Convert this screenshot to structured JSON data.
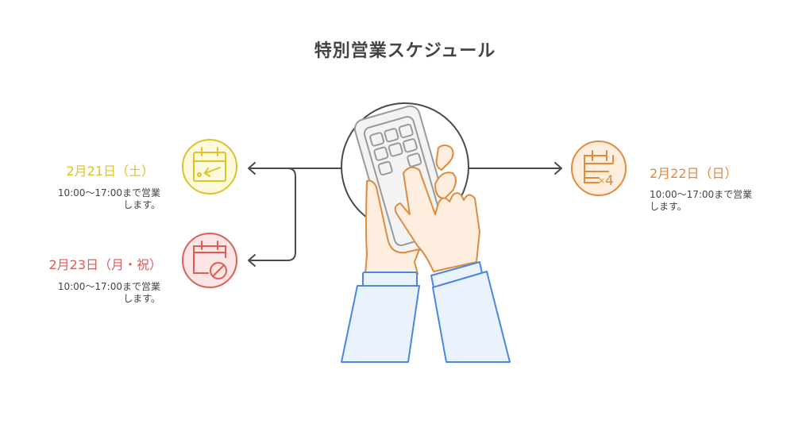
{
  "title": "特別営業スケジュール",
  "items": [
    {
      "id": "sat",
      "heading": "2月21日（土）",
      "description_line1": "10:00〜17:00まで営業",
      "description_line2": "します。",
      "color": "#dcc326",
      "icon": "calendar-arrow-icon"
    },
    {
      "id": "mon",
      "heading": "2月23日（月・祝）",
      "description_line1": "10:00〜17:00まで営業",
      "description_line2": "します。",
      "color": "#e15a55",
      "icon": "calendar-prohibited-icon"
    },
    {
      "id": "sun",
      "heading": "2月22日（日）",
      "description_line1": "10:00〜17:00まで営業",
      "description_line2": "します。",
      "color": "#e08a3c",
      "icon": "calendar-x4-icon"
    }
  ],
  "center": {
    "illustration": "hands-holding-calculator"
  },
  "colors": {
    "connector": "#4a4a4a",
    "skin_fill": "#fdeee0",
    "skin_stroke": "#e08a3c",
    "sleeve_fill": "#eaf2fd",
    "sleeve_stroke": "#4a86e0",
    "device_fill": "#f3f3f3",
    "device_stroke": "#9a9a9a"
  }
}
